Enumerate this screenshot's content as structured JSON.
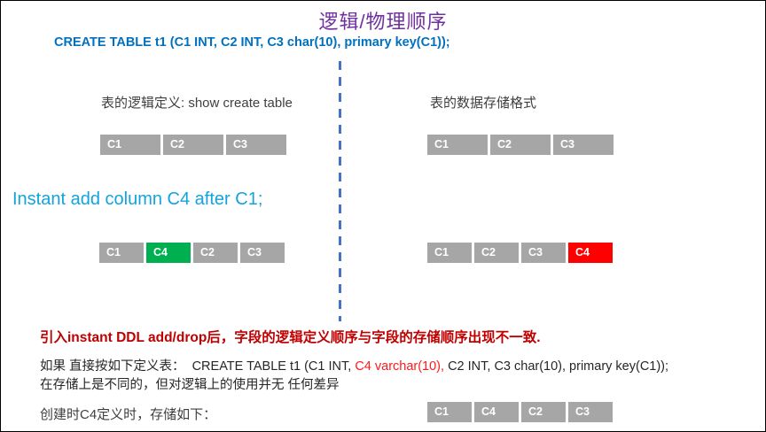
{
  "title": "逻辑/物理顺序",
  "sql_statement": "CREATE TABLE t1 (C1 INT, C2 INT, C3 char(10), primary key(C1));",
  "sections": {
    "logical_label": "表的逻辑定义: show create table",
    "storage_label": "表的数据存储格式"
  },
  "instant_add_label": "Instant add column C4 after C1;",
  "conclusion": "引入instant DDL add/drop后，字段的逻辑定义顺序与字段的存储顺序出现不一致.",
  "paragraph": {
    "line1_prefix": "如果 直接按如下定义表：  CREATE TABLE t1 (C1 INT, ",
    "line1_red": "C4 varchar(10),",
    "line1_suffix": " C2 INT, C3 char(10), primary key(C1));",
    "line2": "在存储上是不同的，但对逻辑上的使用并无 任何差异"
  },
  "bottom_label": "创建时C4定义时，存储如下：",
  "colors": {
    "cell_gray": "#A6A6A6",
    "cell_green": "#00B050",
    "cell_red": "#FF0000",
    "title_purple": "#7030A0",
    "sql_blue": "#0070C0",
    "instant_blue": "#12A3E0",
    "conclusion_red": "#C00000",
    "divider_blue": "#4472C4"
  },
  "tables": {
    "top_left": {
      "cells": [
        {
          "label": "C1",
          "color": "gray"
        },
        {
          "label": "C2",
          "color": "gray"
        },
        {
          "label": "C3",
          "color": "gray"
        }
      ]
    },
    "top_right": {
      "cells": [
        {
          "label": "C1",
          "color": "gray"
        },
        {
          "label": "C2",
          "color": "gray"
        },
        {
          "label": "C3",
          "color": "gray"
        }
      ]
    },
    "mid_left": {
      "cells": [
        {
          "label": "C1",
          "color": "gray"
        },
        {
          "label": "C4",
          "color": "green"
        },
        {
          "label": "C2",
          "color": "gray"
        },
        {
          "label": "C3",
          "color": "gray"
        }
      ]
    },
    "mid_right": {
      "cells": [
        {
          "label": "C1",
          "color": "gray"
        },
        {
          "label": "C2",
          "color": "gray"
        },
        {
          "label": "C3",
          "color": "gray"
        },
        {
          "label": "C4",
          "color": "red"
        }
      ]
    },
    "bottom": {
      "cells": [
        {
          "label": "C1",
          "color": "gray"
        },
        {
          "label": "C4",
          "color": "gray"
        },
        {
          "label": "C2",
          "color": "gray"
        },
        {
          "label": "C3",
          "color": "gray"
        }
      ]
    }
  }
}
